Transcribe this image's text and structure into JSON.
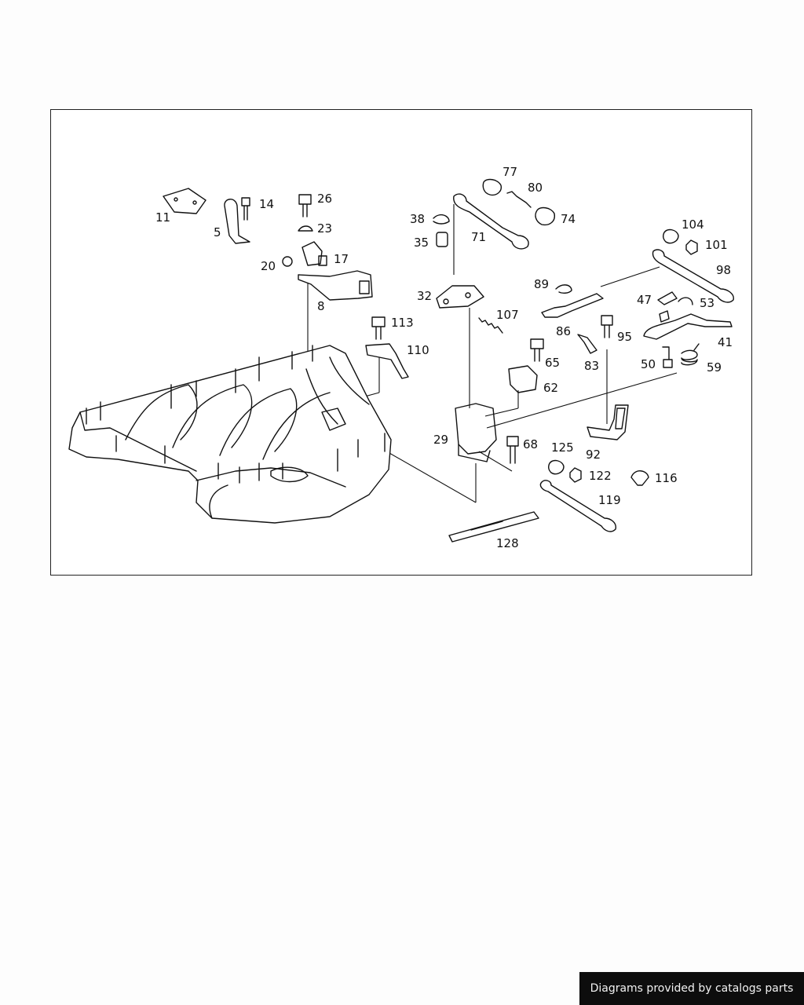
{
  "diagram": {
    "callouts": [
      "11",
      "14",
      "5",
      "26",
      "23",
      "17",
      "20",
      "8",
      "113",
      "110",
      "77",
      "80",
      "74",
      "38",
      "71",
      "35",
      "32",
      "107",
      "65",
      "62",
      "29",
      "68",
      "125",
      "122",
      "116",
      "119",
      "128",
      "89",
      "86",
      "83",
      "95",
      "104",
      "101",
      "98",
      "47",
      "53",
      "41",
      "50",
      "59",
      "92"
    ]
  },
  "footer": {
    "text": "Diagrams provided by catalogs parts"
  }
}
